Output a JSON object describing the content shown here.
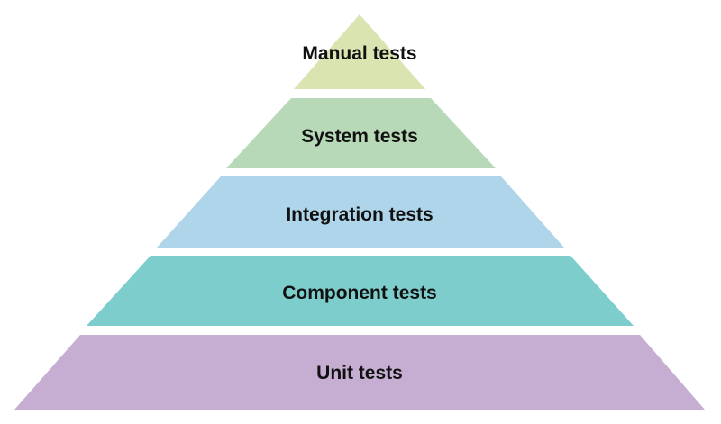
{
  "pyramid": {
    "tiers": [
      {
        "label": "Manual tests",
        "color": "#d9e4b1"
      },
      {
        "label": "System tests",
        "color": "#b7d9b7"
      },
      {
        "label": "Integration tests",
        "color": "#afd5ea"
      },
      {
        "label": "Component tests",
        "color": "#7ecdcd"
      },
      {
        "label": "Unit tests",
        "color": "#c6aed3"
      }
    ]
  }
}
